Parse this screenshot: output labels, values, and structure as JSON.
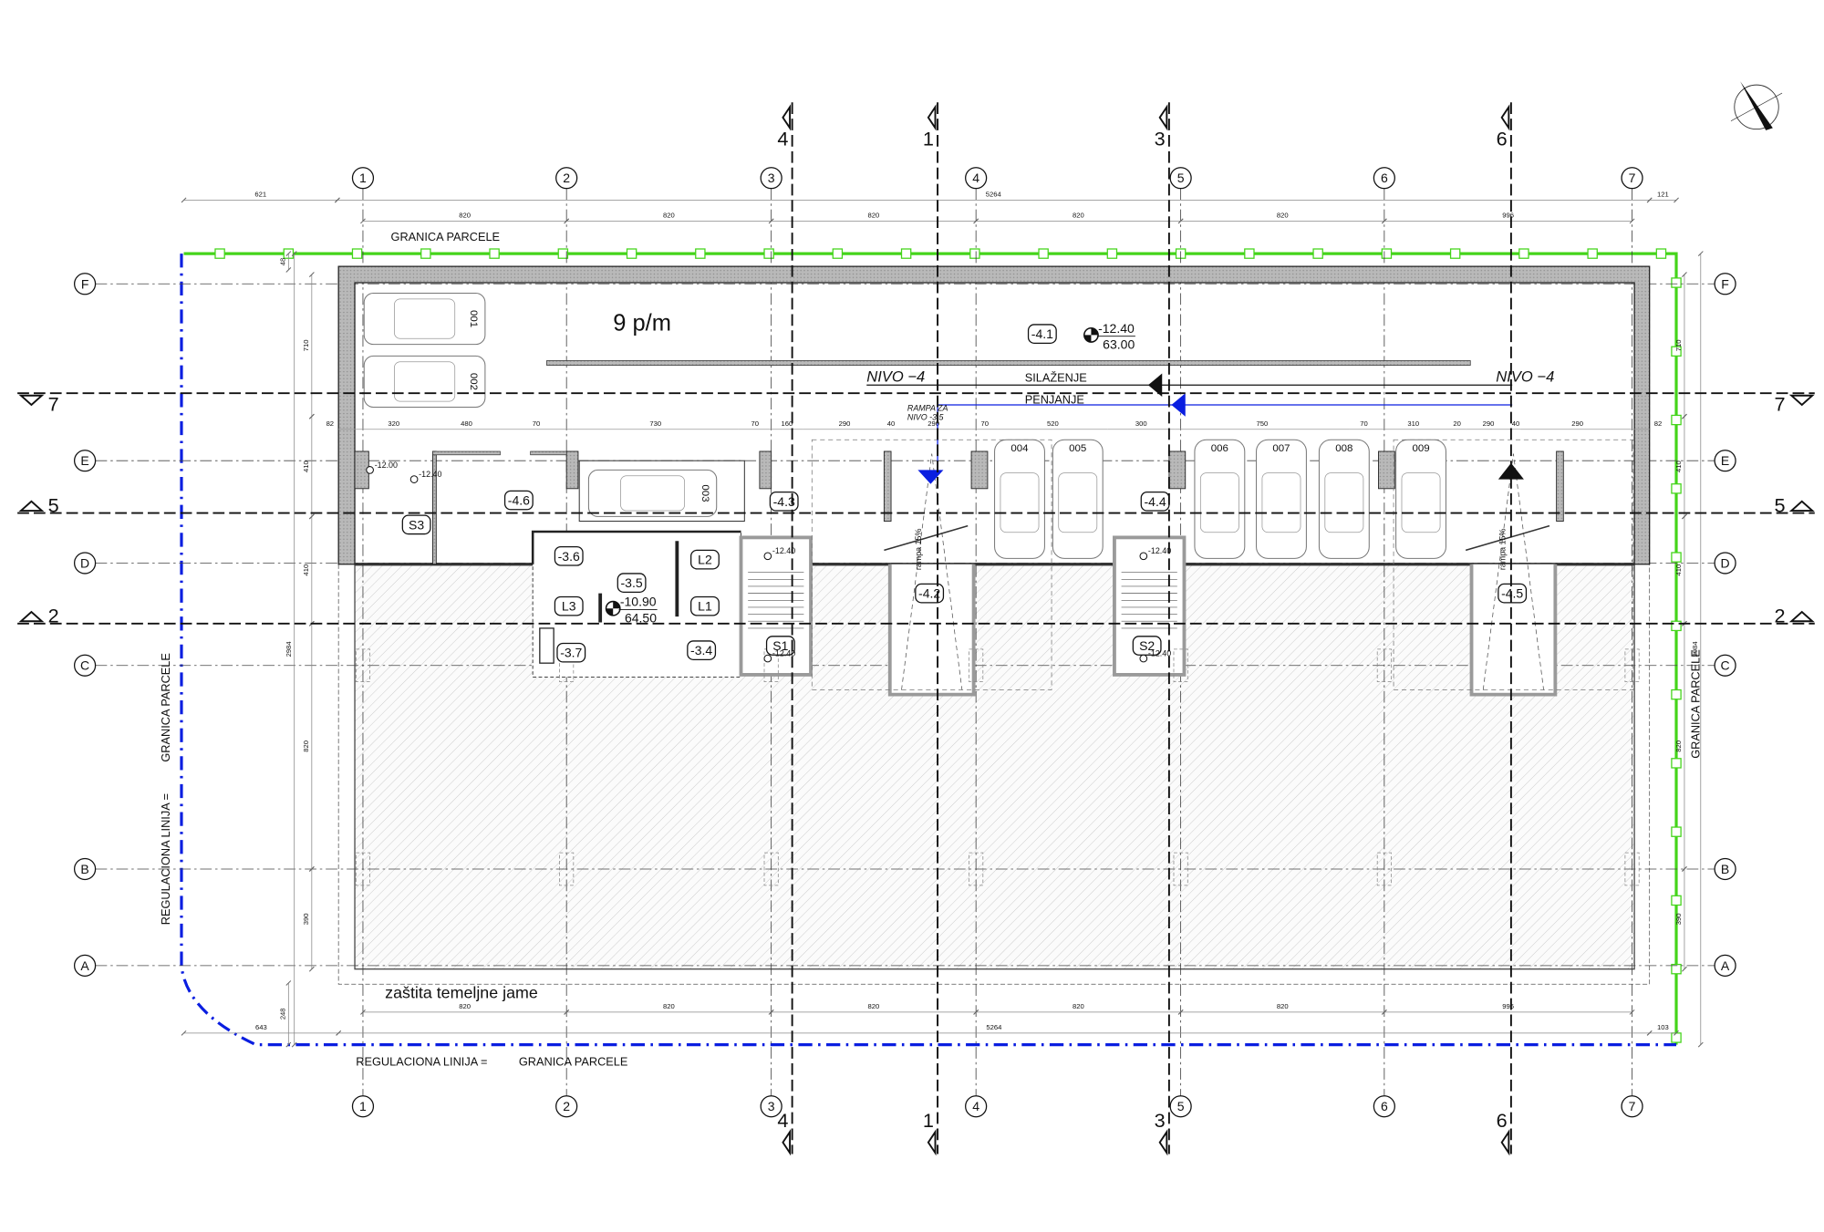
{
  "grid": {
    "columns": [
      "1",
      "2",
      "3",
      "4",
      "5",
      "6",
      "7"
    ],
    "rows": [
      "F",
      "E",
      "D",
      "C",
      "B",
      "A"
    ]
  },
  "sections": {
    "vertical": [
      "4",
      "1",
      "3",
      "6"
    ],
    "horizontal": [
      "7",
      "5",
      "2"
    ]
  },
  "dimensions": {
    "top_overall": [
      "621",
      "5264",
      "121"
    ],
    "top_bays": [
      "820",
      "820",
      "820",
      "820",
      "820",
      "996"
    ],
    "bottom_bays": [
      "820",
      "820",
      "820",
      "820",
      "820",
      "996"
    ],
    "bottom_overall": [
      "643",
      "5264",
      "103"
    ],
    "left": [
      "710",
      "410",
      "410",
      "820",
      "390"
    ],
    "left_total": "2984",
    "right": [
      "710",
      "410",
      "410",
      "820",
      "390"
    ],
    "right_total": "2984",
    "setback_top": "48",
    "setback_bottom": "248",
    "interior_row": [
      "82",
      "320",
      "480",
      "70",
      "730",
      "70",
      "160",
      "290",
      "40",
      "290",
      "70",
      "520",
      "300",
      "750",
      "70",
      "310",
      "20",
      "290",
      "40",
      "290",
      "82"
    ]
  },
  "labels": {
    "parking_count": "9 p/m",
    "nivo_left": "NIVO  −4",
    "nivo_right": "NIVO  −4",
    "silazenje": "SILAŽENJE",
    "penjanje": "PENJANJE",
    "rampa_za": "RAMPA ZA",
    "rampa_nivo": "NIVO -3.5",
    "rampa_slope_1": "rampa 15%",
    "rampa_slope_2": "rampa 15%",
    "zastita": "zaštita temeljne jame",
    "granica_top": "GRANICA PARCELE",
    "granica_right": "GRANICA PARCELE",
    "regulaciona_bottom": "REGULACIONA LINIJA =",
    "granica_bottom": "GRANICA PARCELE",
    "regulaciona_left": "REGULACIONA LINIJA =",
    "granica_left": "GRANICA PARCELE"
  },
  "rooms": [
    "-4.1",
    "-4.6",
    "S3",
    "-4.3",
    "-4.4",
    "-3.6",
    "-3.5",
    "L2",
    "L3",
    "L1",
    "-3.7",
    "-3.4",
    "S1",
    "-4.2",
    "S2",
    "-4.5"
  ],
  "parking_spaces": [
    "001",
    "002",
    "003",
    "004",
    "005",
    "006",
    "007",
    "008",
    "009"
  ],
  "elevations": [
    {
      "level": "-12.40",
      "value": "63.00"
    },
    {
      "level": "-10.90",
      "value": "64.50"
    }
  ],
  "stair_elevations": [
    "-12.00",
    "-12.40",
    "-12.40",
    "-12.40",
    "-12.40",
    "-12.40"
  ],
  "colors": {
    "parcel_boundary": "#44d41a",
    "regulation_line": "#0a1ee0",
    "wall_fill": "#b9b9b9",
    "ramp_up_arrow": "#0a1ee0"
  }
}
